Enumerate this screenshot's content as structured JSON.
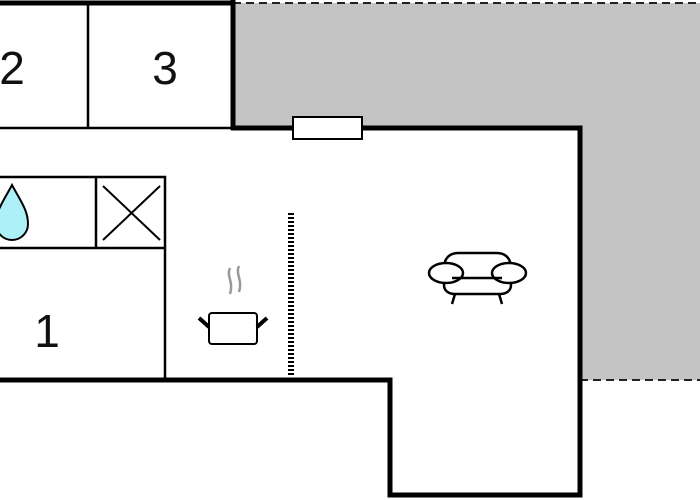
{
  "rooms": {
    "room_1": "1",
    "room_2": "2",
    "room_3": "3"
  },
  "icons": [
    "water-drop-icon",
    "closet-x-icon",
    "cooking-pot-icon",
    "armchair-icon",
    "window-icon",
    "radiator-icon"
  ],
  "colors": {
    "outdoor_area": "#c4c4c4",
    "wall": "#000000",
    "water": "#aef0f7"
  }
}
